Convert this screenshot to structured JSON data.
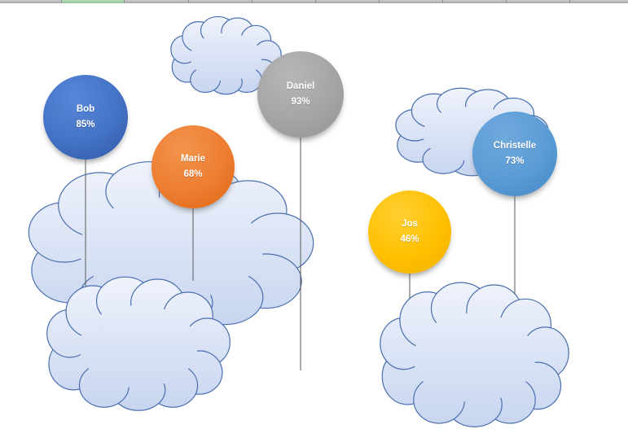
{
  "app": {
    "surface": "spreadsheet-drawing-canvas",
    "header_strip": {
      "bar_color": "#a6a6a6",
      "selected_column_highlight_color": "#a8d0ab"
    }
  },
  "balloons": [
    {
      "id": "bob",
      "name": "Bob",
      "value": "85%",
      "color": "#4472C4",
      "color_light": "#5787D8",
      "color_dark": "#2D59A7",
      "text_color": "#FFFFFF"
    },
    {
      "id": "marie",
      "name": "Marie",
      "value": "68%",
      "color": "#ED7D31",
      "color_light": "#F2944D",
      "color_dark": "#DE6614",
      "text_color": "#FFFFFF"
    },
    {
      "id": "daniel",
      "name": "Daniel",
      "value": "93%",
      "color": "#A5A5A5",
      "color_light": "#B6B6B6",
      "color_dark": "#929292",
      "text_color": "#FFFFFF"
    },
    {
      "id": "jos",
      "name": "Jos",
      "value": "46%",
      "color": "#FFC000",
      "color_light": "#FFCF33",
      "color_dark": "#EDAF00",
      "text_color": "#FFFFFF"
    },
    {
      "id": "christelle",
      "name": "Christelle",
      "value": "73%",
      "color": "#5B9BD5",
      "color_light": "#6FA9DD",
      "color_dark": "#4186C6",
      "text_color": "#FFFFFF"
    }
  ],
  "clouds": {
    "count": 5,
    "fill_top": "#EEF2FB",
    "fill_bottom": "#C7D5F0",
    "stroke": "#4A6FAE"
  },
  "strings": {
    "color": "#595959"
  }
}
